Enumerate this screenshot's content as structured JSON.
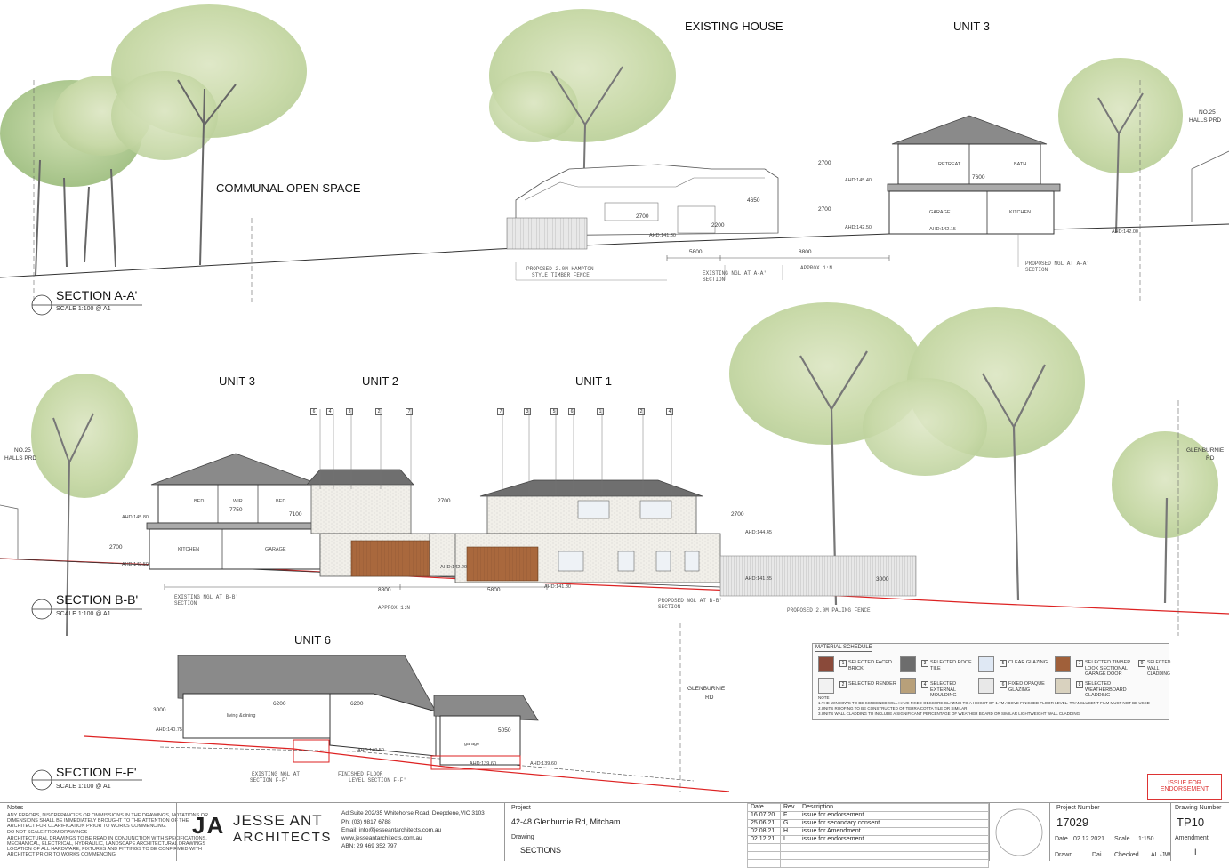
{
  "section_aa": {
    "title": "SECTION A-A'",
    "scale": "SCALE 1:100 @ A1",
    "labels": {
      "communal": "COMMUNAL OPEN SPACE",
      "existing_house": "EXISTING HOUSE",
      "unit3": "UNIT 3",
      "halls_1": "NO.25",
      "halls_2": "HALLS PRD",
      "retreat": "RETREAT",
      "bath": "BATH",
      "garage": "GARAGE",
      "kitchen": "KITCHEN"
    },
    "dims": {
      "d5800": "5800",
      "d8800": "8800",
      "d2700a": "2700",
      "d2700b": "2700",
      "d7600": "7600",
      "d2200": "2200",
      "d4650": "4650",
      "d2700c": "2700"
    },
    "callouts": {
      "fence_1": "PROPOSED 2.0M HAMPTON",
      "fence_2": "STYLE TIMBER FENCE",
      "ngl_1": "EXISTING NGL AT A-A'",
      "ngl_2": "SECTION",
      "approx": "APPROX 1:N",
      "pngl_1": "PROPOSED NGL AT A-A'",
      "pngl_2": "SECTION",
      "ahd1": "AHD:145.40",
      "ahd2": "AHD:142.50",
      "ahd3": "AHD:142.15",
      "ahd4": "AHD:142.00",
      "ahd5": "AHD:141.80"
    }
  },
  "section_bb": {
    "title": "SECTION B-B'",
    "scale": "SCALE 1:100 @ A1",
    "labels": {
      "unit3": "UNIT 3",
      "unit2": "UNIT 2",
      "unit1": "UNIT 1",
      "halls_1": "NO.25",
      "halls_2": "HALLS PRD",
      "glen_1": "GLENBURNIE",
      "glen_2": "RD",
      "bed1": "BED",
      "wir": "WIR",
      "bed2": "BED",
      "kitchen": "KITCHEN",
      "garage": "GARAGE"
    },
    "tags_left": [
      "6",
      "4",
      "3",
      "2",
      "7"
    ],
    "tags_right": [
      "7",
      "3",
      "5",
      "6",
      "1",
      "2",
      "4"
    ],
    "dims": {
      "d8800": "8800",
      "d5800": "5800",
      "d7750": "7750",
      "d7100": "7100",
      "d2700a": "2700",
      "d2700b": "2700",
      "d2700c": "2700",
      "d3000": "3000"
    },
    "callouts": {
      "ngl_1": "EXISTING NGL AT B-B'",
      "ngl_2": "SECTION",
      "approx": "APPROX 1:N",
      "pngl_1": "PROPOSED NGL AT B-B'",
      "pngl_2": "SECTION",
      "fence": "PROPOSED 2.0M PALING FENCE",
      "ahd1": "AHD:145.80",
      "ahd2": "AHD:142.50",
      "ahd3": "AHD:142.20",
      "ahd4": "AHD:144.45",
      "ahd5": "AHD:141.35",
      "ahd6": "AHD:141.80"
    }
  },
  "section_ff": {
    "title": "SECTION F-F'",
    "scale": "SCALE 1:100 @ A1",
    "labels": {
      "unit6": "UNIT 6",
      "glen_1": "GLENBURNIE",
      "glen_2": "RD",
      "living": "living &dining",
      "garage": "garage"
    },
    "dims": {
      "d3000": "3000",
      "d6200a": "6200",
      "d6200b": "6200",
      "d5050": "5050"
    },
    "callouts": {
      "ngl_1": "EXISTING NGL AT",
      "ngl_2": "SECTION F-F'",
      "ffl_1": "FINISHED FLOOR",
      "ffl_2": "LEVEL SECTION F-F'",
      "ahd1": "AHD:140.75",
      "ahd2": "AHD:140.50",
      "ahd3": "AHD:139.60",
      "ahd4": "AHD:139.60"
    }
  },
  "material_schedule": {
    "title": "MATERIAL SCHEDULE",
    "items": [
      {
        "num": "1",
        "label": "SELECTED FACED BRICK",
        "color": "#8a4a3a"
      },
      {
        "num": "2",
        "label": "SELECTED RENDER",
        "color": "#f2f2f2"
      },
      {
        "num": "3",
        "label": "SELECTED ROOF TILE",
        "color": "#6d6d6d"
      },
      {
        "num": "4",
        "label": "SELECTED EXTERNAL MOULDING",
        "color": "#b8a07a"
      },
      {
        "num": "5",
        "label": "CLEAR GLAZING",
        "color": "#dfe8f4"
      },
      {
        "num": "6",
        "label": "FIXED OPAQUE GLAZING",
        "color": "#e8e8e8"
      },
      {
        "num": "7",
        "label": "SELECTED TIMBER LOOK SECTIONAL GARAGE DOOR",
        "color": "#a0603a"
      },
      {
        "num": "8",
        "label": "SELECTED WEATHERBOARD CLADDING",
        "color": "#d9d2bf"
      },
      {
        "num": "9",
        "label": "SELECTED WALL CLADDING",
        "color": "#c9c9c9"
      }
    ],
    "notes": [
      "NOTE",
      "1.THE WINDOWS TO BE SCREENED WILL HAVE FIXED OBSCURE GLAZING TO A HEIGHT OF 1.7M ABOVE FINISHED FLOOR LEVEL. TRANSLUCENT FILM MUST NOT BE USED",
      "2.UNITS ROOFING TO BE CONSTRUCTED OF TERRA COTTA TILE OR SIMILAR",
      "3.UNITS WALL CLADDING TO INCLUDE A SIGNIFICANT PERCENTAGE OF WEATHER BOARD OR SIMILAR LIGHTWEIGHT WALL CLADDING"
    ]
  },
  "issue_stamp": {
    "line1": "ISSUE FOR",
    "line2": "ENDORSEMENT",
    "color": "#d33333"
  },
  "title_block": {
    "notes_title": "Notes",
    "notes": [
      "ANY ERRORS, DISCREPANCIES OR OMMISSIONS IN THE DRAWINGS, NOTATIONS OR",
      "DIMENSIONS SHALL BE IMMEDIATELY BROUGHT TO THE ATTENTION OF THE",
      "ARCHITECT FOR CLARIFICATION PRIOR TO WORKS COMMENCING.",
      "DO NOT SCALE FROM DRAWINGS",
      "ARCHITECTURAL DRAWINGS TO BE READ IN CONJUNCTION WITH SPECIFICATIONS,",
      "MECHANICAL, ELECTRICAL, HYDRAULIC, LANDSCAPE ARCHITECTURAL DRAWINGS",
      "LOCATION OF ALL HARDWARE, FIXTURES AND FITTINGS TO BE CONFIRMED WITH",
      "ARCHITECT PRIOR TO WORKS COMMENCING."
    ],
    "logo_mark": "JA",
    "firm_1": "JESSE ANT",
    "firm_2": "ARCHITECTS",
    "contact": [
      "Ad:Suite 202/35 Whitehorse Road, Deepdene,VIC 3103",
      "Ph: (03) 9817 6788",
      "Email: info@jesseantarchitects.com.au",
      "www.jesseantarchitects.com.au",
      "ABN:  29 469 352 797"
    ],
    "project_label": "Project",
    "project": "42-48 Glenburnie Rd, Mitcham",
    "drawing_label": "Drawing",
    "drawing": "SECTIONS",
    "rev_headers": [
      "Date",
      "Rev",
      "Description"
    ],
    "revisions": [
      [
        "16.07.20",
        "F",
        "issue for endorsement"
      ],
      [
        "25.06.21",
        "G",
        "issue for secondary consent"
      ],
      [
        "02.08.21",
        "H",
        "issue for Amendment"
      ],
      [
        "02.12.21",
        "I",
        "issue for endorsement"
      ]
    ],
    "project_number_label": "Project Number",
    "project_number": "17029",
    "date_label": "Date",
    "date": "02.12.2021",
    "scale_label": "Scale",
    "scale": "1:150",
    "drawn_label": "Drawn",
    "drawn": "Dai",
    "checked_label": "Checked",
    "checked": "AL /JW",
    "drawing_number_label": "Drawing Number",
    "drawing_number": "TP10",
    "amendment_label": "Amendment",
    "amendment": "I"
  }
}
